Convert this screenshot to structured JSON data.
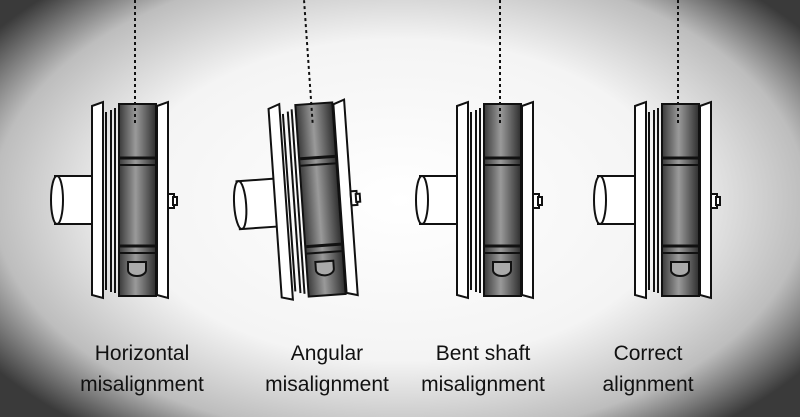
{
  "diagrams": [
    {
      "line1": "Horizontal",
      "line2": "misalignment"
    },
    {
      "line1": "Angular",
      "line2": "misalignment"
    },
    {
      "line1": "Bent shaft",
      "line2": "misalignment"
    },
    {
      "line1": "Correct",
      "line2": "alignment"
    }
  ]
}
